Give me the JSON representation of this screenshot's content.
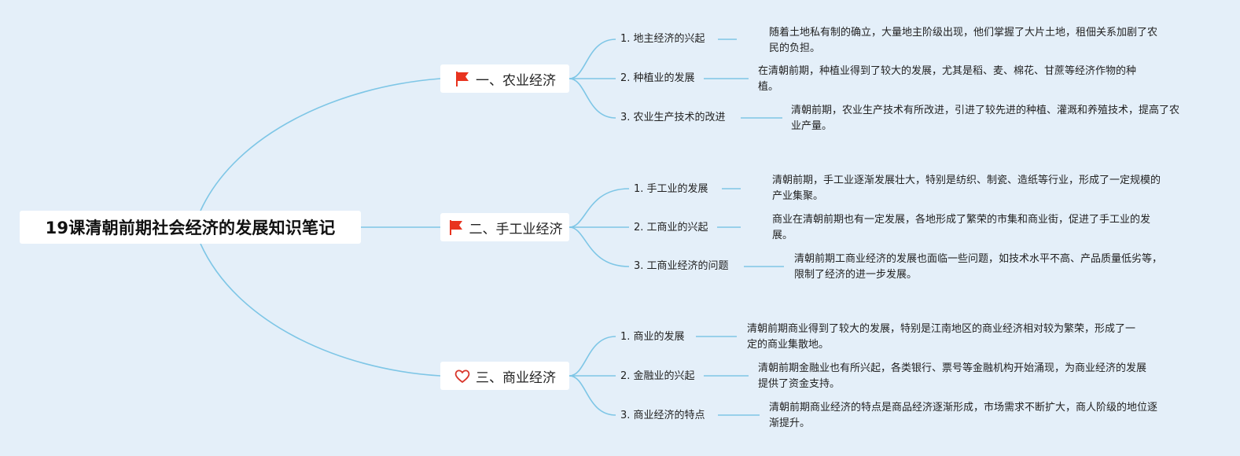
{
  "root": {
    "label": "19课清朝前期社会经济的发展知识笔记"
  },
  "colors": {
    "line": "#7ec6e6",
    "background": "#e4eff9",
    "flag": "#e8331f",
    "heart": "#d9362b"
  },
  "branches": [
    {
      "label": "一、农业经济",
      "icon": "flag-icon",
      "children": [
        {
          "label": "1. 地主经济的兴起",
          "text": "随着土地私有制的确立，大量地主阶级出现，他们掌握了大片土地，租佃关系加剧了农民的负担。"
        },
        {
          "label": "2. 种植业的发展",
          "text": "在清朝前期，种植业得到了较大的发展，尤其是稻、麦、棉花、甘蔗等经济作物的种植。"
        },
        {
          "label": "3. 农业生产技术的改进",
          "text": "清朝前期，农业生产技术有所改进，引进了较先进的种植、灌溉和养殖技术，提高了农业产量。"
        }
      ]
    },
    {
      "label": "二、手工业经济",
      "icon": "flag-icon",
      "children": [
        {
          "label": "1. 手工业的发展",
          "text": "清朝前期，手工业逐渐发展壮大，特别是纺织、制瓷、造纸等行业，形成了一定规模的产业集聚。"
        },
        {
          "label": "2. 工商业的兴起",
          "text": "商业在清朝前期也有一定发展，各地形成了繁荣的市集和商业街，促进了手工业的发展。"
        },
        {
          "label": "3. 工商业经济的问题",
          "text": "清朝前期工商业经济的发展也面临一些问题，如技术水平不高、产品质量低劣等，限制了经济的进一步发展。"
        }
      ]
    },
    {
      "label": "三、商业经济",
      "icon": "heart-icon",
      "children": [
        {
          "label": "1. 商业的发展",
          "text": "清朝前期商业得到了较大的发展，特别是江南地区的商业经济相对较为繁荣，形成了一定的商业集散地。"
        },
        {
          "label": "2. 金融业的兴起",
          "text": "清朝前期金融业也有所兴起，各类银行、票号等金融机构开始涌现，为商业经济的发展提供了资金支持。"
        },
        {
          "label": "3. 商业经济的特点",
          "text": "清朝前期商业经济的特点是商品经济逐渐形成，市场需求不断扩大，商人阶级的地位逐渐提升。"
        }
      ]
    }
  ]
}
